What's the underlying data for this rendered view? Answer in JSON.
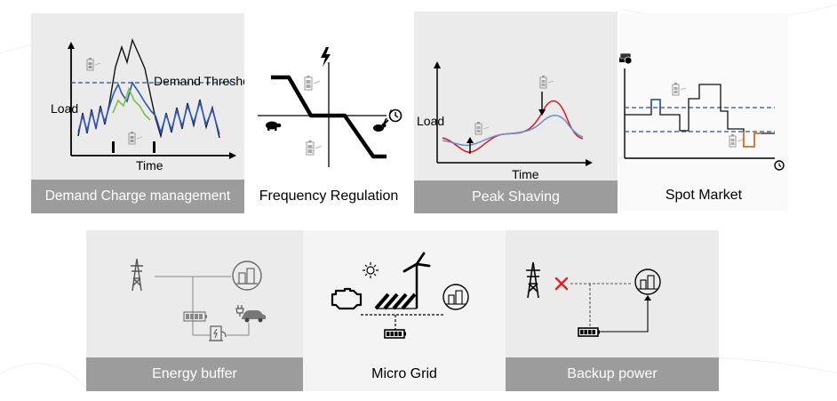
{
  "panels": {
    "demand_charge": {
      "label": "Demand Charge management",
      "threshold_label": "Demand Threshold",
      "ylabel": "Load",
      "xlabel": "Time"
    },
    "frequency_regulation": {
      "label": "Frequency Regulation"
    },
    "peak_shaving": {
      "label": "Peak Shaving",
      "ylabel": "Load",
      "xlabel": "Time"
    },
    "spot_market": {
      "label": "Spot Market"
    },
    "energy_buffer": {
      "label": "Energy buffer"
    },
    "micro_grid": {
      "label": "Micro Grid"
    },
    "backup_power": {
      "label": "Backup power"
    }
  },
  "colors": {
    "panel_bg": "#ebebeb",
    "label_bar": "#9c9c9c",
    "series_blue": "#2f56b7",
    "series_green": "#79c242",
    "series_red": "#e0141b",
    "series_orange": "#dd6b1e",
    "cross_red": "#e02020"
  },
  "icons": {
    "battery": "battery-icon",
    "lightning": "lightning-icon",
    "turtle": "turtle-icon",
    "rabbit": "rabbit-icon",
    "clock": "clock-icon",
    "money": "money-stack-icon",
    "pylon": "power-pylon-icon",
    "building": "building-icon",
    "car": "electric-car-icon",
    "charger": "charging-station-icon",
    "plug": "plug-icon",
    "engine": "engine-icon",
    "sun": "sun-icon",
    "solar": "solar-panel-icon",
    "wind": "wind-turbine-icon",
    "cross": "cross-icon"
  }
}
